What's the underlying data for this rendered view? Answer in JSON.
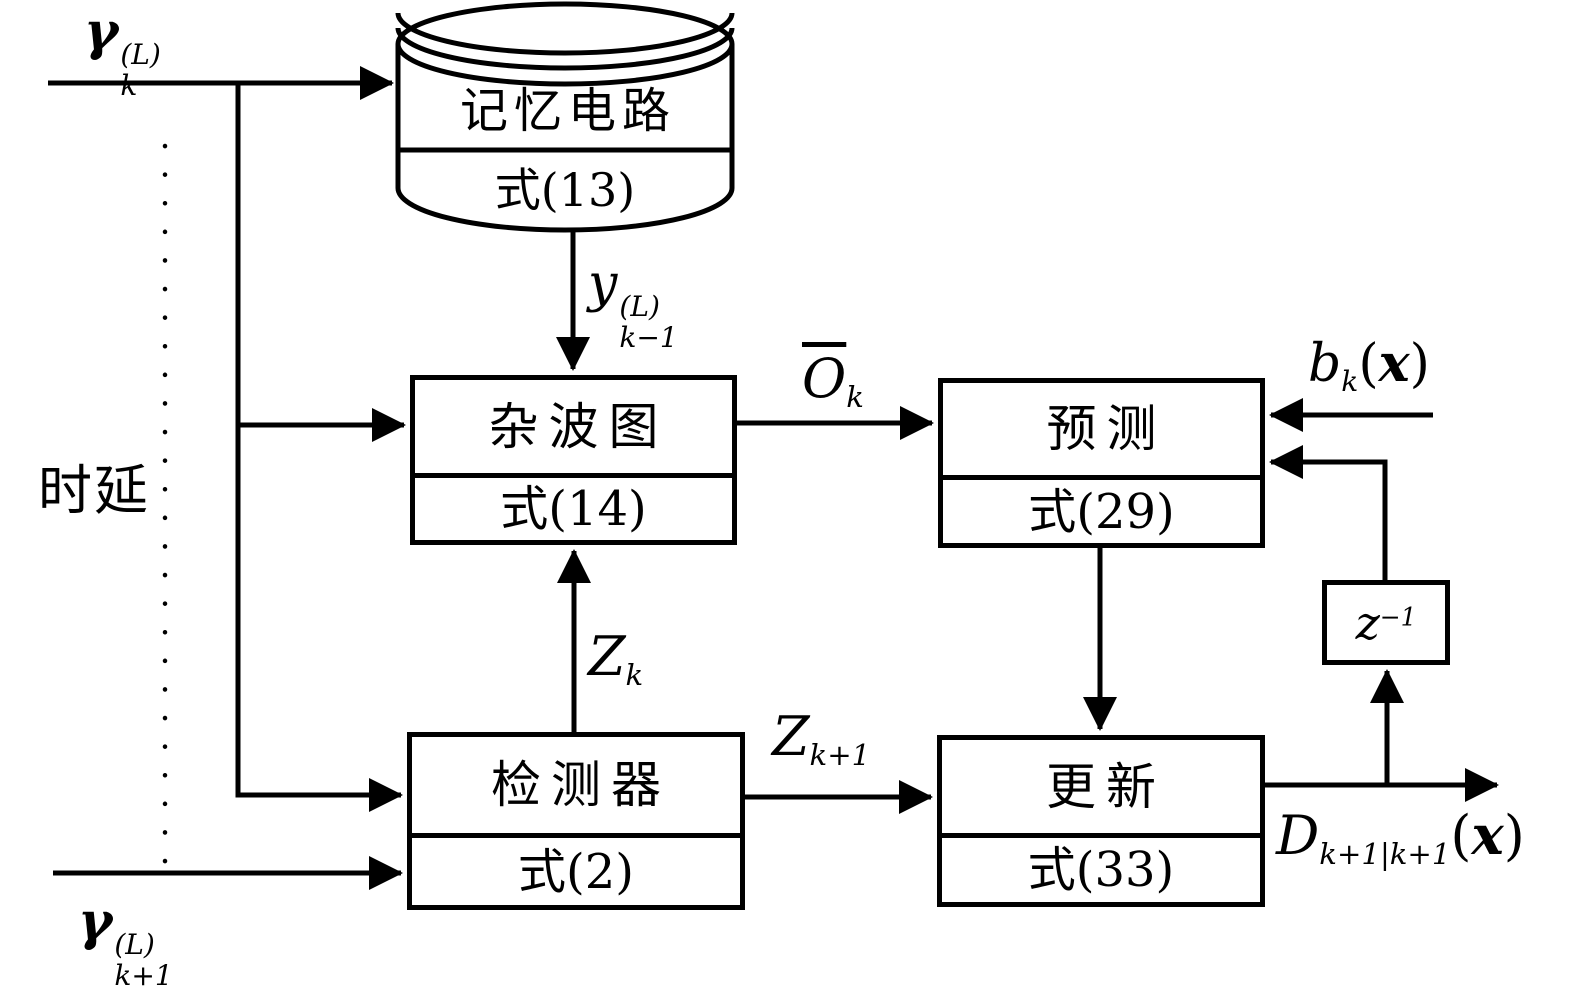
{
  "canvas": {
    "background": "#ffffff",
    "line_color": "#000000"
  },
  "nodes": {
    "memory": {
      "title": "记忆电路",
      "formula": "式(13)"
    },
    "clutter_map": {
      "title": "杂波图",
      "formula": "式(14)"
    },
    "prediction": {
      "title": "预测",
      "formula": "式(29)"
    },
    "detector": {
      "title": "检测器",
      "formula": "式(2)"
    },
    "update": {
      "title": "更新",
      "formula": "式(33)"
    },
    "unit_delay": {
      "base": "z",
      "sup": "−1"
    }
  },
  "labels": {
    "input_top": {
      "base": "γ",
      "sup": "(L)",
      "sub": "k"
    },
    "input_bottom": {
      "base": "γ",
      "sup": "(L)",
      "sub": "k+1"
    },
    "delay": "时延",
    "memory_out": {
      "base": "y",
      "sup": "(L)",
      "sub": "k−1"
    },
    "clutter_out": {
      "base": "O",
      "sub": "k"
    },
    "birth": {
      "base": "b",
      "sub": "k",
      "open": "(",
      "arg": "x",
      "close": ")"
    },
    "detector_up": {
      "base": "Z",
      "sub": "k"
    },
    "detector_out": {
      "base": "Z",
      "sub": "k+1"
    },
    "output": {
      "base": "D",
      "sub": "k+1|k+1",
      "open": "(",
      "arg": "x",
      "close": ")"
    }
  }
}
